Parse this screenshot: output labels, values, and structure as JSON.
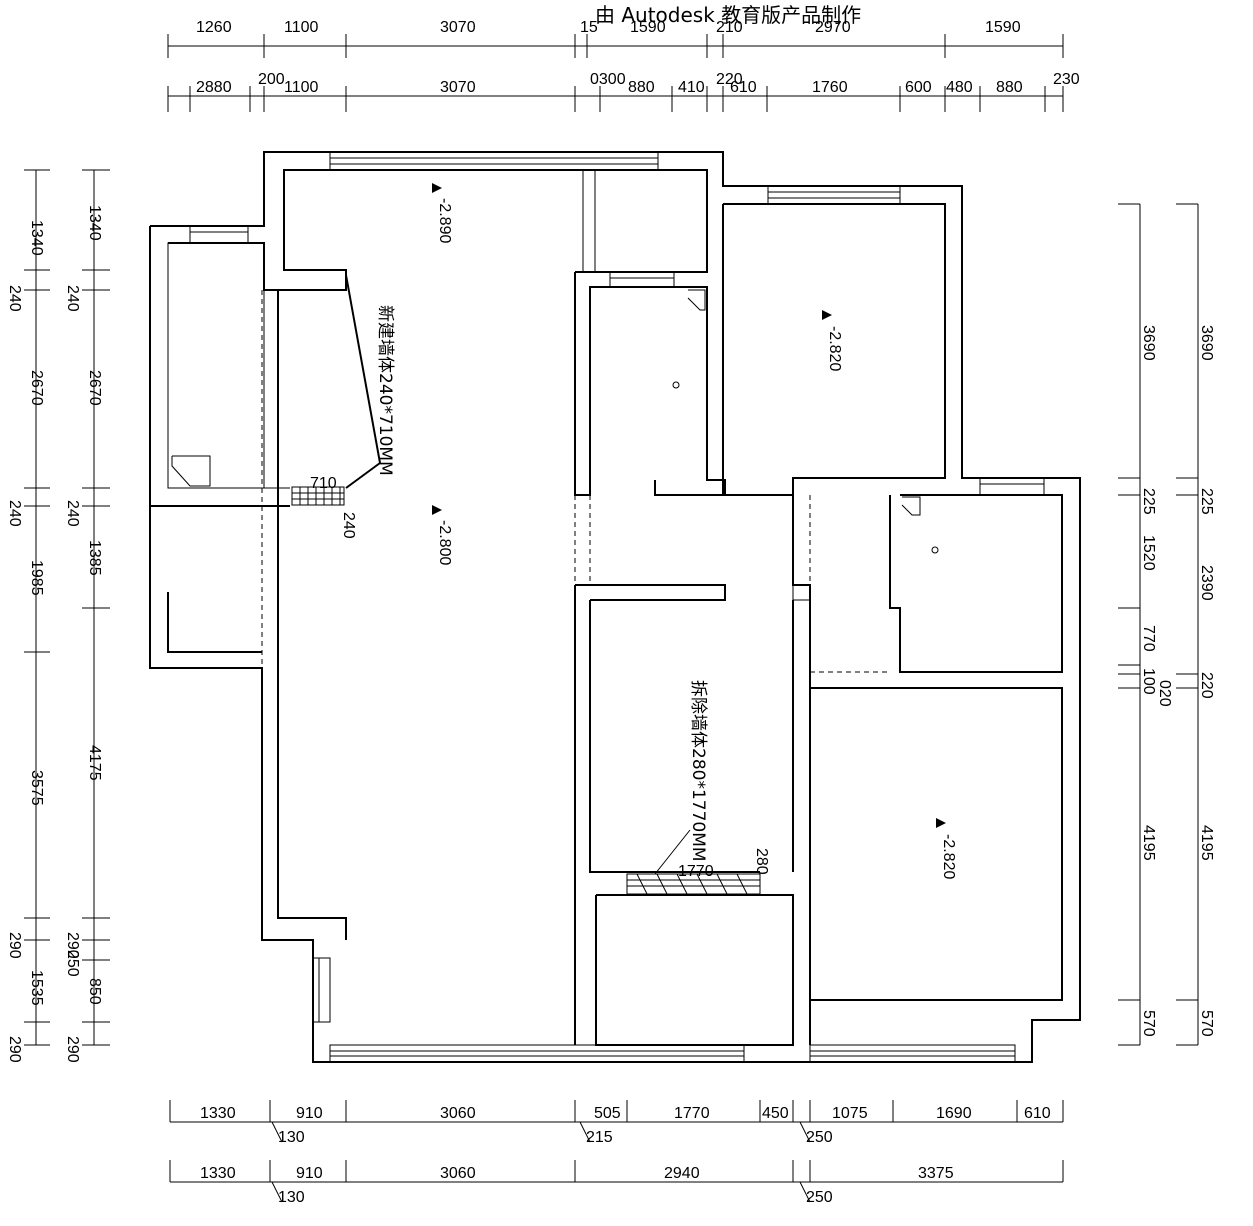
{
  "watermark": "由 Autodesk 教育版产品制作",
  "top_dims_row1": [
    "1260",
    "1100",
    "3070",
    "15",
    "1590",
    "210",
    "2970",
    "1590"
  ],
  "top_dims_row2": [
    "2880",
    "200",
    "1100",
    "3070",
    "0300",
    "880",
    "410",
    "220",
    "610",
    "1760",
    "600",
    "480",
    "880",
    "230"
  ],
  "left_dims_a": [
    "1340",
    "240",
    "2670",
    "240",
    "1985",
    "3575",
    "290",
    "1535",
    "290"
  ],
  "left_dims_b": [
    "1340",
    "240",
    "2670",
    "240",
    "1385",
    "4175",
    "290",
    "250",
    "850",
    "290"
  ],
  "right_dims_a": [
    "3690",
    "225",
    "1520",
    "770",
    "100",
    "020",
    "4195",
    "570"
  ],
  "right_dims_b": [
    "3690",
    "225",
    "2390",
    "220",
    "4195",
    "570"
  ],
  "bottom_dims_row1": [
    "1330",
    "130",
    "910",
    "3060",
    "215",
    "505",
    "1770",
    "450",
    "250",
    "1075",
    "1690",
    "610"
  ],
  "bottom_dims_row2": [
    "1330",
    "130",
    "910",
    "3060",
    "2940",
    "250",
    "3375"
  ],
  "annotations": {
    "new_wall": "新建墙体240*710MM",
    "remove_wall": "拆除墙体280*1770MM",
    "new_wall_w": "710",
    "new_wall_d": "240",
    "remove_wall_w": "1770",
    "remove_wall_d": "280"
  },
  "elevations": [
    "-2.890",
    "-2.800",
    "-2.820",
    "-2.820"
  ]
}
